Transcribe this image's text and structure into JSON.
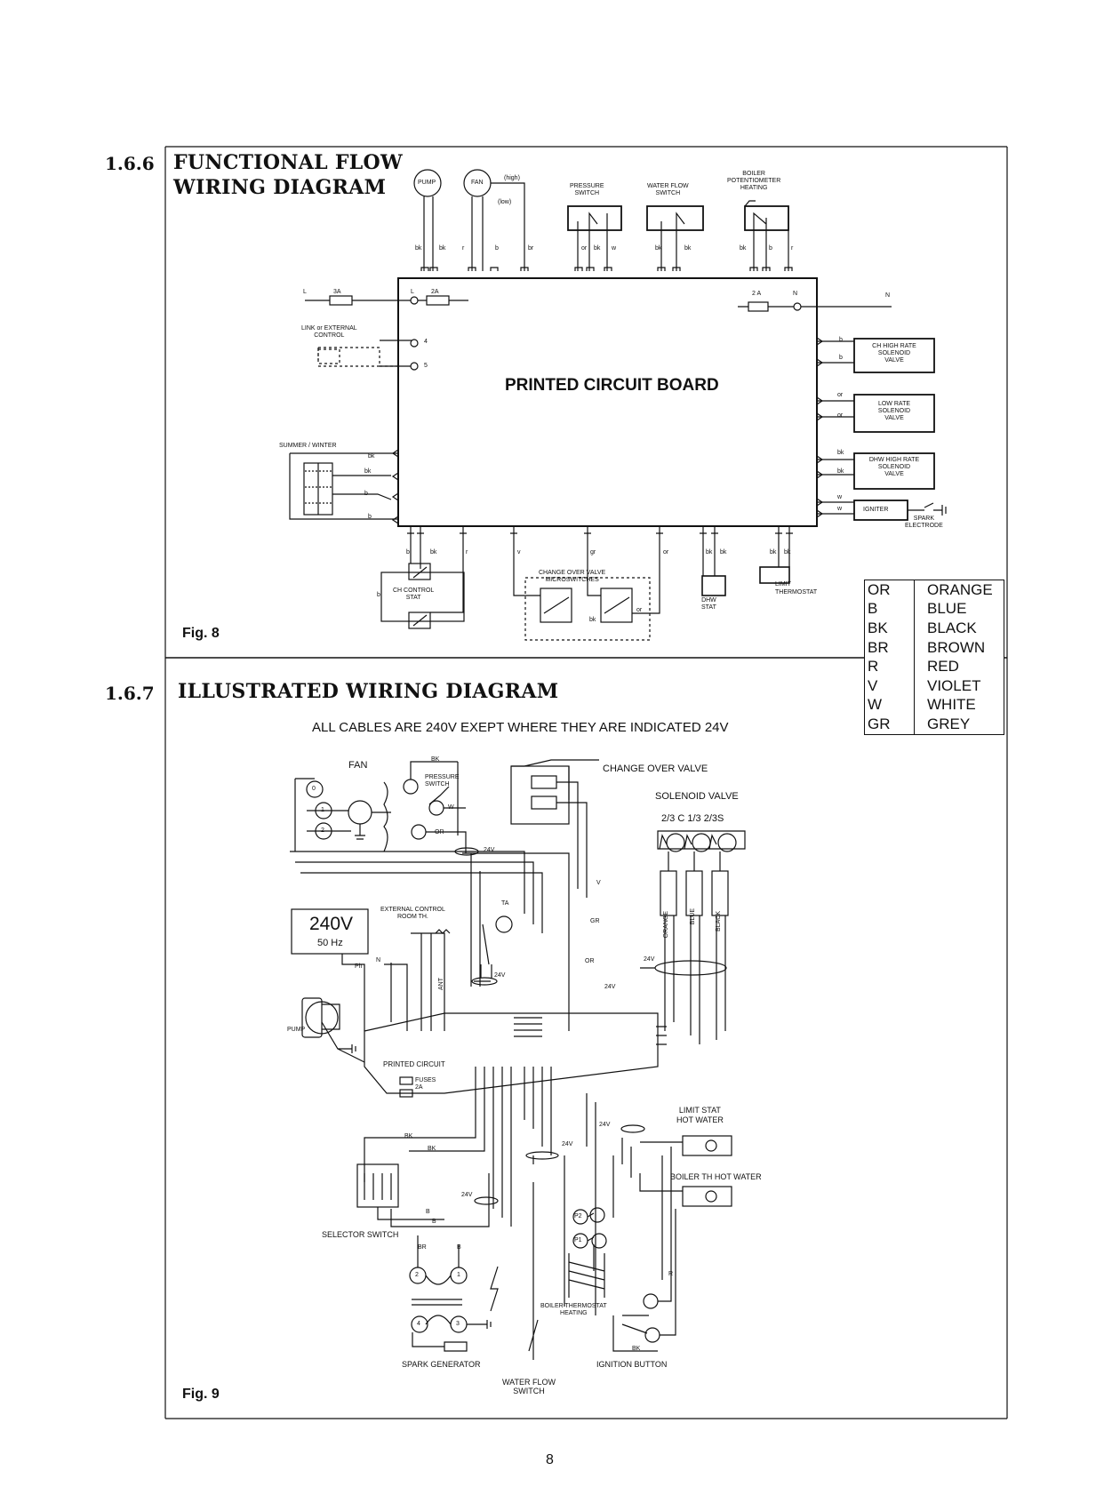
{
  "sections": {
    "s1": {
      "number": "1.6.6",
      "title_line1": "FUNCTIONAL FLOW",
      "title_line2": "WIRING DIAGRAM",
      "fig": "Fig. 8"
    },
    "s2": {
      "number": "1.6.7",
      "title": "ILLUSTRATED WIRING DIAGRAM",
      "fig": "Fig. 9",
      "note": "ALL CABLES ARE 240V EXEPT WHERE THEY ARE INDICATED 24V"
    }
  },
  "fig8": {
    "pump": "PUMP",
    "fan": "FAN",
    "high": "(high)",
    "low": "(low)",
    "pressure_switch": "PRESSURE\nSWITCH",
    "water_flow_switch": "WATER FLOW\nSWITCH",
    "boiler_pot": "BOILER\nPOTENTIOMETER\nHEATING",
    "pcb": "PRINTED CIRCUIT BOARD",
    "L": "L",
    "L2": "L",
    "fuse3a": "3A",
    "fuse2a": "2A",
    "fuse2a_r": "2 A",
    "N": "N",
    "N2": "N",
    "link": "LINK or EXTERNAL\nCONTROL",
    "t4": "4",
    "t5": "5",
    "summer_winter": "SUMMER / WINTER",
    "ch_high": "CH HIGH RATE\nSOLENOID\nVALVE",
    "low_rate": "LOW RATE\nSOLENOID\nVALVE",
    "dhw_high": "DHW HIGH RATE\nSOLENOID\nVALVE",
    "igniter": "IGNITER",
    "spark": "SPARK\nELECTRODE",
    "ch_control": "CH CONTROL\nSTAT",
    "change_over": "CHANGE OVER VALVE\nMICROSWITCHES",
    "dhw_stat": "DHW\nSTAT",
    "limit_thermostat": "LIMIT\nTHERMOSTAT",
    "wires_top": [
      "bk",
      "bk",
      "r",
      "b",
      "br",
      "or",
      "bk",
      "w",
      "bk",
      "bk",
      "bk",
      "b",
      "r"
    ],
    "wires_bottom": [
      "b",
      "bk",
      "r",
      "v",
      "gr",
      "or",
      "bk",
      "bk",
      "bk",
      "bk"
    ],
    "wires_left": [
      "bk",
      "bk",
      "b",
      "b"
    ],
    "wires_right": [
      "b",
      "b",
      "or",
      "or",
      "bk",
      "bk",
      "w",
      "w"
    ],
    "b_label": "b",
    "bk_label": "bk",
    "or_label": "or"
  },
  "legend": [
    {
      "code": "OR",
      "name": "ORANGE"
    },
    {
      "code": "B",
      "name": "BLUE"
    },
    {
      "code": "BK",
      "name": "BLACK"
    },
    {
      "code": "BR",
      "name": "BROWN"
    },
    {
      "code": "R",
      "name": "RED"
    },
    {
      "code": "V",
      "name": "VIOLET"
    },
    {
      "code": "W",
      "name": "WHITE"
    },
    {
      "code": "GR",
      "name": "GREY"
    }
  ],
  "fig9": {
    "fan": "FAN",
    "pressure_switch": "PRESSURE\nSWITCH",
    "bk": "BK",
    "w": "W",
    "or": "OR",
    "v24": "24V",
    "change_over_valve": "CHANGE OVER VALVE",
    "solenoid_valve": "SOLENOID VALVE",
    "sol_codes": "2/3 C  1/3  2/3S",
    "orange": "ORANGE",
    "blue": "BLUE",
    "black": "BLACK",
    "v240": "240V",
    "hz50": "50 Hz",
    "ph": "Ph",
    "n": "N",
    "ext_control": "EXTERNAL CONTROL\nROOM TH.",
    "ta": "TA",
    "ant": "ANT",
    "r": "R",
    "gr": "GR",
    "v": "V",
    "pump": "PUMP",
    "printed_circuit": "PRINTED CIRCUIT",
    "fuses": "FUSES\n2A",
    "limit_stat": "LIMIT STAT\nHOT WATER",
    "boiler_th_hot": "BOILER TH  HOT WATER",
    "selector_switch": "SELECTOR SWITCH",
    "br": "BR",
    "b": "B",
    "boiler_thermostat": "BOILER THERMOSTAT\nHEATING",
    "spark_generator": "SPARK GENERATOR",
    "water_flow_switch": "WATER FLOW\nSWITCH",
    "ignition_button": "IGNITION BUTTON",
    "p1": "P1",
    "p2": "P2",
    "n1": "1",
    "n2": "2",
    "n3": "3",
    "n4": "4",
    "n0": "0"
  },
  "page_number": "8"
}
